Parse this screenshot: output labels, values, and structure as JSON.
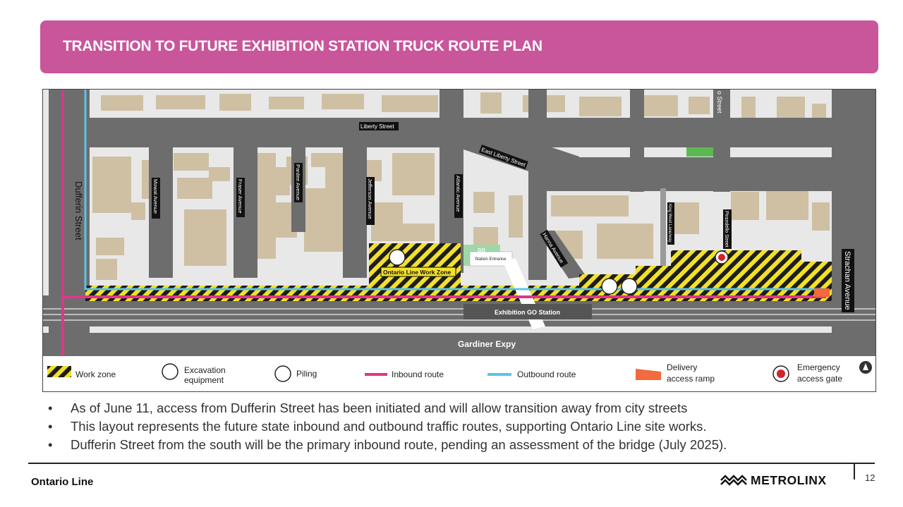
{
  "title": "TRANSITION TO FUTURE EXHIBITION STATION TRUCK ROUTE PLAN",
  "map": {
    "streets": {
      "dufferin": "Dufferin Street",
      "liberty": "Liberty Street",
      "east_liberty": "East Liberty Street",
      "mowat": "Mowat Avenue",
      "fraser": "Fraser Avenue",
      "pardee": "Pardee Avenue",
      "jefferson": "Jefferson Avenue",
      "atlantic": "Atlantic Avenue",
      "hanna": "Hanna Avenue",
      "king_west": "King West Lane/way",
      "pirandello": "Pirandello Street",
      "strachan": "Strachan Avenue",
      "top_street": "o Street",
      "gardiner": "Gardiner Expy"
    },
    "labels": {
      "work_zone": "Ontario Line Work Zone",
      "station_entrance": "Station Entrance",
      "go_station": "Exhibition GO Station",
      "go_logo": "GO"
    }
  },
  "legend": {
    "work_zone": "Work zone",
    "excavation": [
      "Excavation",
      "equipment"
    ],
    "piling": "Piling",
    "inbound": "Inbound route",
    "outbound": "Outbound route",
    "delivery": [
      "Delivery",
      "access ramp"
    ],
    "emergency": [
      "Emergency",
      "access gate"
    ]
  },
  "colors": {
    "banner": "#c9559b",
    "inbound": "#e0368c",
    "outbound": "#5bc3e8",
    "road": "#6d6d6d",
    "building": "#cfc0a4",
    "ramp": "#f26a3d",
    "gate": "#d2232a"
  },
  "bullets": [
    "As of June 11, access from Dufferin Street has been initiated and will allow transition away from city streets",
    "This layout represents the future state inbound and outbound traffic routes, supporting Ontario Line site works.",
    "Dufferin Street from the south will be the primary inbound route, pending an assessment of the bridge (July 2025)."
  ],
  "bullet_symbol": "•",
  "footer": {
    "left": "Ontario Line",
    "brand": "METROLINX",
    "page": "12"
  }
}
